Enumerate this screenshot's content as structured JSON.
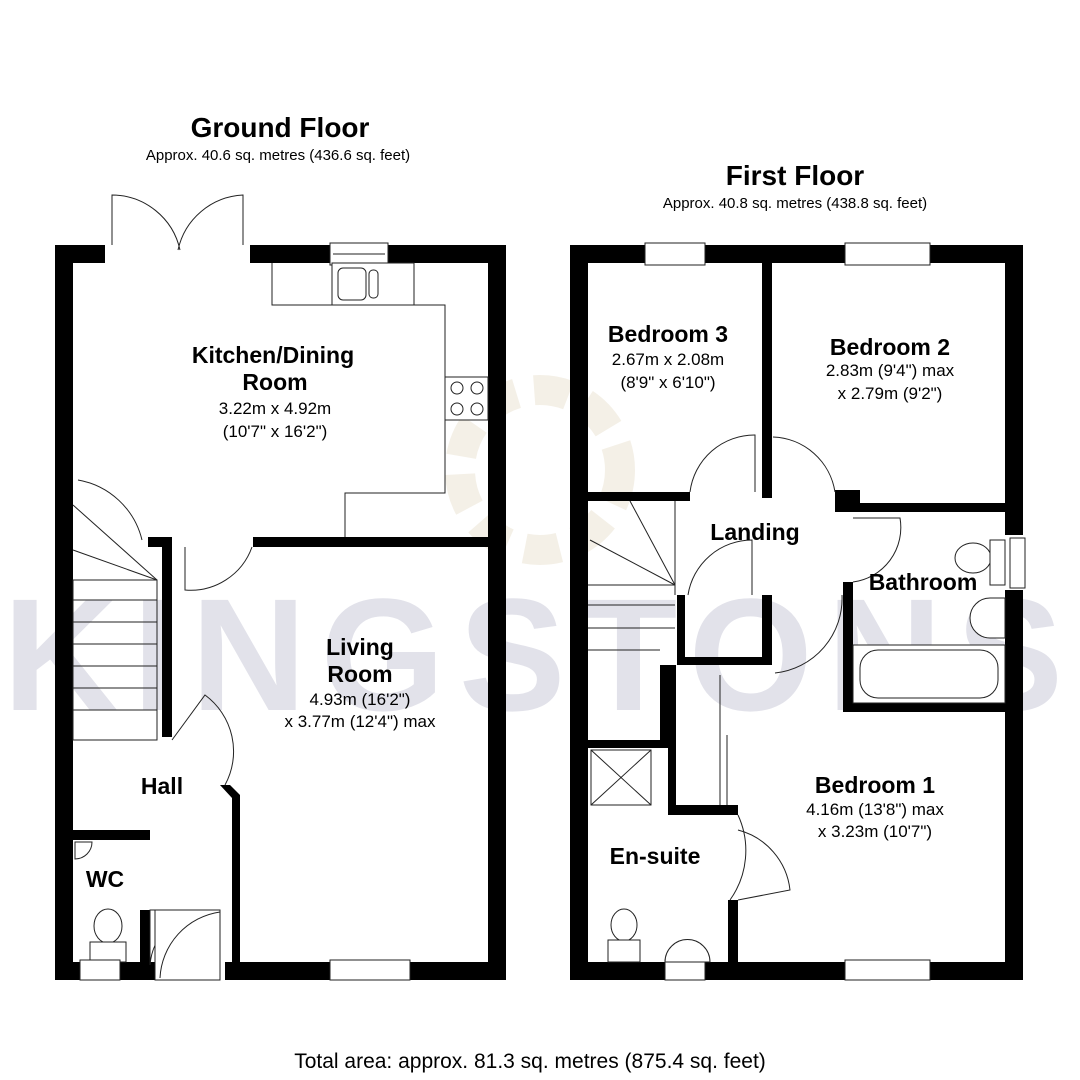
{
  "watermark": {
    "text": "KINGSTONS",
    "color": "#e2e2ea",
    "logo_color": "#f3eee4"
  },
  "ground_floor": {
    "title": "Ground Floor",
    "area": "Approx. 40.6 sq. metres (436.6 sq. feet)",
    "rooms": [
      {
        "name_lines": [
          "Kitchen/Dining",
          "Room"
        ],
        "dims": [
          "3.22m x 4.92m",
          "(10'7\" x 16'2\")"
        ]
      },
      {
        "name_lines": [
          "Living",
          "Room"
        ],
        "dims": [
          "4.93m (16'2\")",
          "x 3.77m (12'4\") max"
        ]
      },
      {
        "name_lines": [
          "Hall"
        ],
        "dims": []
      },
      {
        "name_lines": [
          "WC"
        ],
        "dims": []
      }
    ]
  },
  "first_floor": {
    "title": "First Floor",
    "area": "Approx. 40.8 sq. metres (438.8 sq. feet)",
    "rooms": [
      {
        "name_lines": [
          "Bedroom 3"
        ],
        "dims": [
          "2.67m x 2.08m",
          "(8'9\" x 6'10\")"
        ]
      },
      {
        "name_lines": [
          "Bedroom 2"
        ],
        "dims": [
          "2.83m (9'4\") max",
          "x 2.79m (9'2\")"
        ]
      },
      {
        "name_lines": [
          "Landing"
        ],
        "dims": []
      },
      {
        "name_lines": [
          "Bathroom"
        ],
        "dims": []
      },
      {
        "name_lines": [
          "Bedroom 1"
        ],
        "dims": [
          "4.16m (13'8\") max",
          "x 3.23m (10'7\")"
        ]
      },
      {
        "name_lines": [
          "En-suite"
        ],
        "dims": []
      }
    ]
  },
  "total_area": "Total area: approx. 81.3 sq. metres (875.4 sq. feet)"
}
